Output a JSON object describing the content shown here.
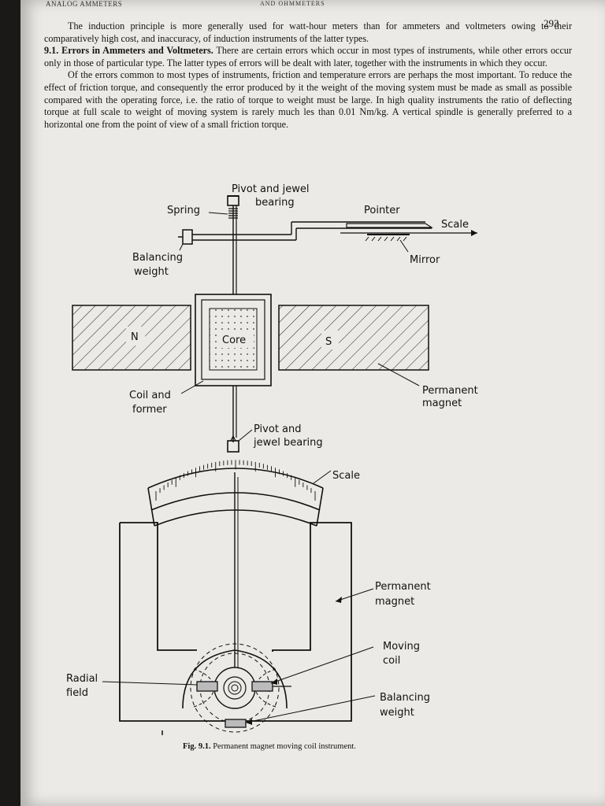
{
  "running_head": "ANALOG AMMETERS",
  "running_head_right": "AND OHMMETERS",
  "page_number": "293",
  "paragraphs": {
    "p1": "The induction principle is more generally used for watt-hour meters than for ammeters and voltmeters owing to their comparatively high cost, and inaccuracy, of induction instruments of the latter types.",
    "p2_number": "9.1.",
    "p2_heading": "Errors in Ammeters and Voltmeters.",
    "p2_text": "There are certain errors which occur in most types of instruments, while other errors occur only in those of particular type. The latter types of errors will be dealt with later, together with the instruments in which they occur.",
    "p3": "Of the errors common to most types of instruments, friction and temperature errors are perhaps the most important. To reduce the effect of friction torque, and consequently the error produced by it the weight of the moving system must be made as small as possible compared with the operating force, i.e. the ratio of torque to weight must be large. In high quality instruments the ratio of deflecting torque at full scale to weight of moving system is rarely much les than 0.01 Nm/kg. A vertical spindle is generally preferred to a horizontal one from the point of view of a small friction torque."
  },
  "figure": {
    "top_labels": {
      "pivot_top_1": "Pivot and jewel",
      "pivot_top_2": "bearing",
      "spring": "Spring",
      "pointer": "Pointer",
      "scale": "Scale",
      "balancing_1": "Balancing",
      "balancing_2": "weight",
      "mirror": "Mirror",
      "north": "N",
      "core": "Core",
      "south": "S",
      "coil_1": "Coil and",
      "coil_2": "former",
      "magnet_1": "Permanent",
      "magnet_2": "magnet",
      "pivot_bottom_1": "Pivot and",
      "pivot_bottom_2": "jewel bearing"
    },
    "bottom_labels": {
      "scale": "Scale",
      "magnet_1": "Permanent",
      "magnet_2": "magnet",
      "coil_1": "Moving",
      "coil_2": "coil",
      "radial_1": "Radial",
      "radial_2": "field",
      "balancing_1": "Balancing",
      "balancing_2": "weight"
    },
    "caption_number": "Fig. 9.1.",
    "caption_text": "Permanent magnet moving coil instrument."
  }
}
